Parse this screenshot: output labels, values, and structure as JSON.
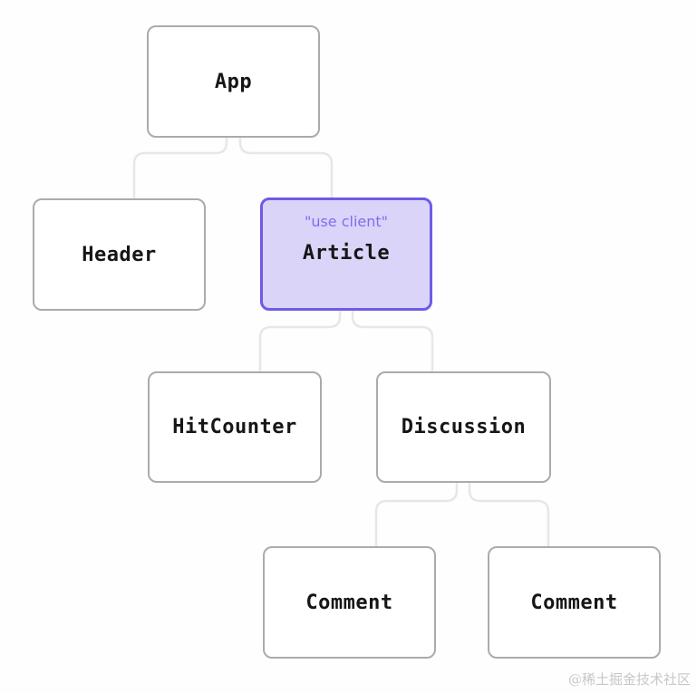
{
  "diagram": {
    "type": "component-tree",
    "nodes": [
      {
        "id": "app",
        "label": "App"
      },
      {
        "id": "header",
        "label": "Header"
      },
      {
        "id": "article",
        "label": "Article",
        "directive": "\"use client\"",
        "highlighted": true
      },
      {
        "id": "hitcounter",
        "label": "HitCounter"
      },
      {
        "id": "discussion",
        "label": "Discussion"
      },
      {
        "id": "comment-1",
        "label": "Comment"
      },
      {
        "id": "comment-2",
        "label": "Comment"
      }
    ],
    "edges": [
      {
        "from": "app",
        "to": "header"
      },
      {
        "from": "app",
        "to": "article"
      },
      {
        "from": "article",
        "to": "hitcounter"
      },
      {
        "from": "article",
        "to": "discussion"
      },
      {
        "from": "discussion",
        "to": "comment-1"
      },
      {
        "from": "discussion",
        "to": "comment-2"
      }
    ],
    "colors": {
      "highlight_border": "#6c5ce7",
      "highlight_fill": "#dad4f8",
      "directive_text": "#7d6ef2",
      "node_border": "#ababab",
      "node_fill": "#ffffff",
      "edge": "#e8e7e4",
      "label_text": "#161616",
      "watermark_text": "#c7c7c7",
      "page_bg": "#fefefe"
    }
  },
  "watermark": "@稀土掘金技术社区"
}
